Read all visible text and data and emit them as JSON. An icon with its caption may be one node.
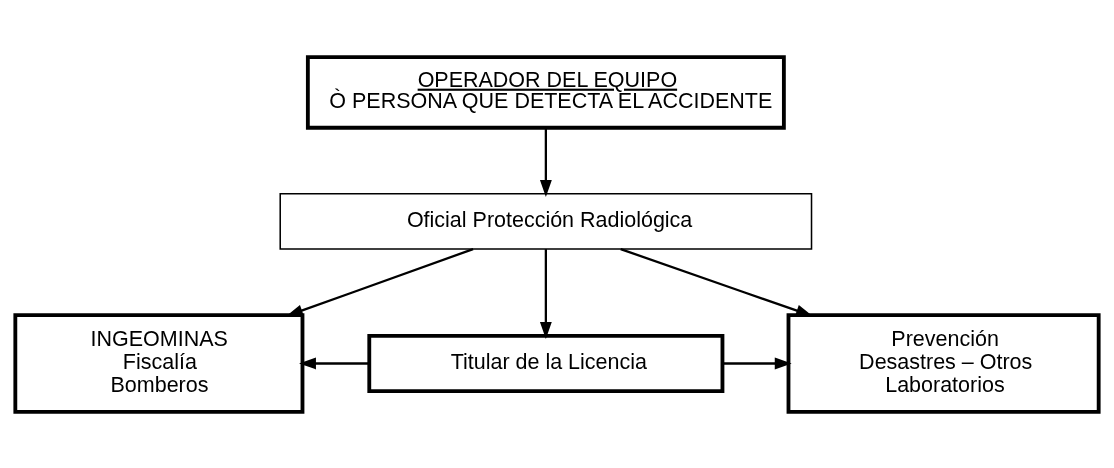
{
  "diagram": {
    "nodes": [
      {
        "text": [
          "OPERADOR DEL EQUIPO",
          "Ò PERSONA QUE DETECTA EL ACCIDENTE"
        ]
      },
      {
        "text": [
          "Oficial Protección Radiológica"
        ]
      },
      {
        "text": [
          "INGEOMINAS",
          "Fiscalía",
          "Bomberos"
        ]
      },
      {
        "text": [
          "Titular de la Licencia"
        ]
      },
      {
        "text": [
          "Prevención Desastres – Otros Laboratorios"
        ]
      }
    ],
    "edges": [
      {
        "from": 0,
        "to": 1,
        "arrow": "to"
      },
      {
        "from": 1,
        "to": 2,
        "arrow": "to"
      },
      {
        "from": 1,
        "to": 3,
        "arrow": "to"
      },
      {
        "from": 1,
        "to": 4,
        "arrow": "to"
      },
      {
        "from": 3,
        "to": 2,
        "arrow": "to"
      },
      {
        "from": 3,
        "to": 4,
        "arrow": "to"
      }
    ]
  }
}
